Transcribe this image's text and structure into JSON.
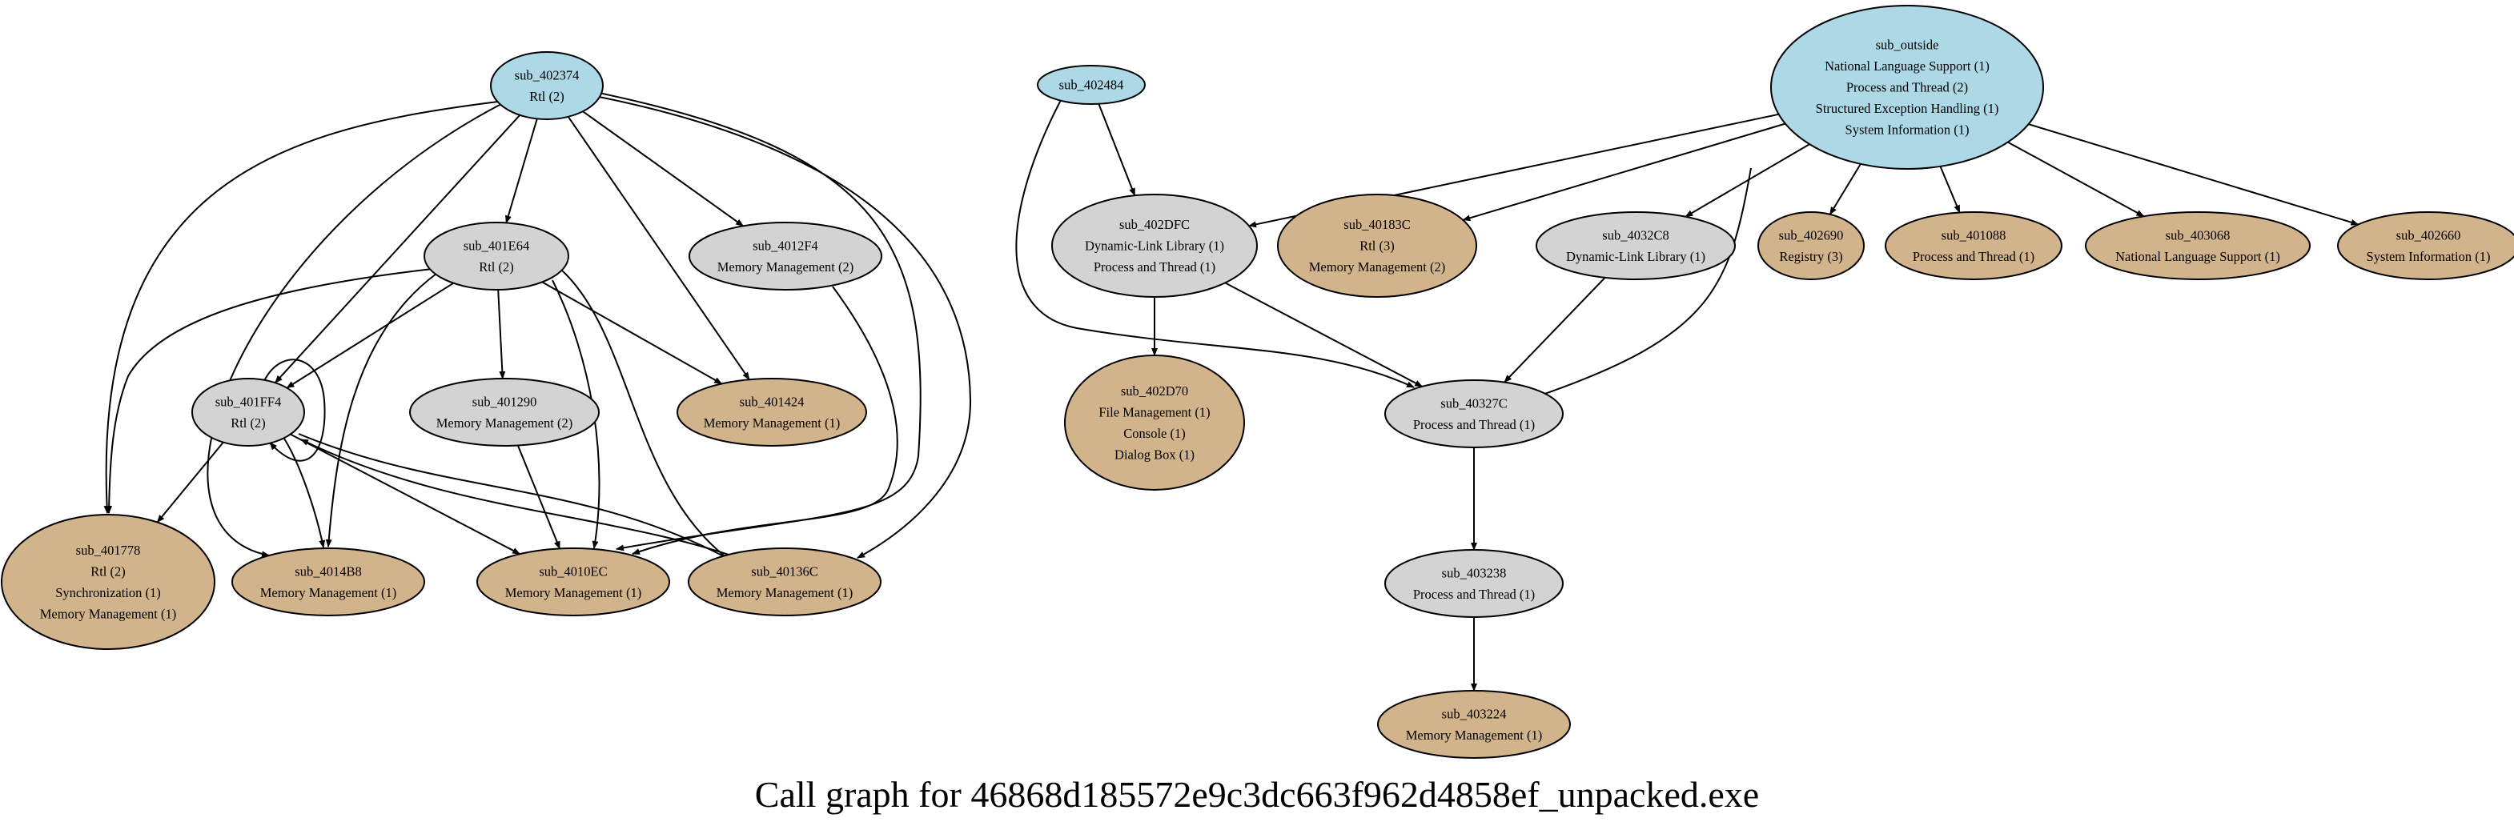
{
  "caption": "Call graph for 46868d185572e9c3dc663f962d4858ef_unpacked.exe",
  "colors": {
    "root": "#add8e6",
    "internal": "#d3d3d3",
    "leaf": "#d2b48c",
    "edge": "#000000"
  },
  "nodes": [
    {
      "id": "sub_402374",
      "kind": "root",
      "lines": [
        "sub_402374",
        "Rtl (2)"
      ]
    },
    {
      "id": "sub_402484",
      "kind": "root",
      "lines": [
        "sub_402484"
      ]
    },
    {
      "id": "sub_outside",
      "kind": "root",
      "lines": [
        "sub_outside",
        "National Language Support (1)",
        "Process and Thread (2)",
        "Structured Exception Handling (1)",
        "System Information (1)"
      ]
    },
    {
      "id": "sub_401E64",
      "kind": "internal",
      "lines": [
        "sub_401E64",
        "Rtl (2)"
      ]
    },
    {
      "id": "sub_4012F4",
      "kind": "internal",
      "lines": [
        "sub_4012F4",
        "Memory Management (2)"
      ]
    },
    {
      "id": "sub_401FF4",
      "kind": "internal",
      "lines": [
        "sub_401FF4",
        "Rtl (2)"
      ]
    },
    {
      "id": "sub_401290",
      "kind": "internal",
      "lines": [
        "sub_401290",
        "Memory Management (2)"
      ]
    },
    {
      "id": "sub_401424",
      "kind": "leaf",
      "lines": [
        "sub_401424",
        "Memory Management (1)"
      ]
    },
    {
      "id": "sub_401778",
      "kind": "leaf",
      "lines": [
        "sub_401778",
        "Rtl (2)",
        "Synchronization (1)",
        "Memory Management (1)"
      ]
    },
    {
      "id": "sub_4014B8",
      "kind": "leaf",
      "lines": [
        "sub_4014B8",
        "Memory Management (1)"
      ]
    },
    {
      "id": "sub_4010EC",
      "kind": "leaf",
      "lines": [
        "sub_4010EC",
        "Memory Management (1)"
      ]
    },
    {
      "id": "sub_40136C",
      "kind": "leaf",
      "lines": [
        "sub_40136C",
        "Memory Management (1)"
      ]
    },
    {
      "id": "sub_402DFC",
      "kind": "internal",
      "lines": [
        "sub_402DFC",
        "Dynamic-Link Library (1)",
        "Process and Thread (1)"
      ]
    },
    {
      "id": "sub_40183C",
      "kind": "leaf",
      "lines": [
        "sub_40183C",
        "Rtl (3)",
        "Memory Management (2)"
      ]
    },
    {
      "id": "sub_4032C8",
      "kind": "internal",
      "lines": [
        "sub_4032C8",
        "Dynamic-Link Library (1)"
      ]
    },
    {
      "id": "sub_402690",
      "kind": "leaf",
      "lines": [
        "sub_402690",
        "Registry (3)"
      ]
    },
    {
      "id": "sub_401088",
      "kind": "leaf",
      "lines": [
        "sub_401088",
        "Process and Thread (1)"
      ]
    },
    {
      "id": "sub_403068",
      "kind": "leaf",
      "lines": [
        "sub_403068",
        "National Language Support (1)"
      ]
    },
    {
      "id": "sub_402660",
      "kind": "leaf",
      "lines": [
        "sub_402660",
        "System Information (1)"
      ]
    },
    {
      "id": "sub_402D70",
      "kind": "leaf",
      "lines": [
        "sub_402D70",
        "File Management (1)",
        "Console (1)",
        "Dialog Box (1)"
      ]
    },
    {
      "id": "sub_40327C",
      "kind": "internal",
      "lines": [
        "sub_40327C",
        "Process and Thread (1)"
      ]
    },
    {
      "id": "sub_403238",
      "kind": "internal",
      "lines": [
        "sub_403238",
        "Process and Thread (1)"
      ]
    },
    {
      "id": "sub_403224",
      "kind": "leaf",
      "lines": [
        "sub_403224",
        "Memory Management (1)"
      ]
    }
  ],
  "edges": [
    {
      "from": "sub_402374",
      "to": "sub_401E64"
    },
    {
      "from": "sub_402374",
      "to": "sub_4012F4"
    },
    {
      "from": "sub_402374",
      "to": "sub_401424"
    },
    {
      "from": "sub_402374",
      "to": "sub_401FF4"
    },
    {
      "from": "sub_402374",
      "to": "sub_401778"
    },
    {
      "from": "sub_402374",
      "to": "sub_4014B8"
    },
    {
      "from": "sub_402374",
      "to": "sub_4010EC"
    },
    {
      "from": "sub_402374",
      "to": "sub_40136C"
    },
    {
      "from": "sub_401E64",
      "to": "sub_401FF4"
    },
    {
      "from": "sub_401E64",
      "to": "sub_401290"
    },
    {
      "from": "sub_401E64",
      "to": "sub_401424"
    },
    {
      "from": "sub_401E64",
      "to": "sub_401778"
    },
    {
      "from": "sub_401E64",
      "to": "sub_4014B8"
    },
    {
      "from": "sub_401E64",
      "to": "sub_4010EC"
    },
    {
      "from": "sub_401E64",
      "to": "sub_40136C"
    },
    {
      "from": "sub_4012F4",
      "to": "sub_4010EC"
    },
    {
      "from": "sub_401FF4",
      "to": "sub_401FF4"
    },
    {
      "from": "sub_401FF4",
      "to": "sub_401778"
    },
    {
      "from": "sub_401FF4",
      "to": "sub_4014B8"
    },
    {
      "from": "sub_401FF4",
      "to": "sub_4010EC"
    },
    {
      "from": "sub_401FF4",
      "to": "sub_40136C"
    },
    {
      "from": "sub_40136C",
      "to": "sub_401FF4"
    },
    {
      "from": "sub_401290",
      "to": "sub_4010EC"
    },
    {
      "from": "sub_402484",
      "to": "sub_402DFC"
    },
    {
      "from": "sub_402484",
      "to": "sub_40327C"
    },
    {
      "from": "sub_outside",
      "to": "sub_402DFC"
    },
    {
      "from": "sub_outside",
      "to": "sub_40183C"
    },
    {
      "from": "sub_outside",
      "to": "sub_4032C8"
    },
    {
      "from": "sub_outside",
      "to": "sub_402690"
    },
    {
      "from": "sub_outside",
      "to": "sub_401088"
    },
    {
      "from": "sub_outside",
      "to": "sub_403068"
    },
    {
      "from": "sub_outside",
      "to": "sub_402660"
    },
    {
      "from": "sub_outside",
      "to": "sub_40327C"
    },
    {
      "from": "sub_402DFC",
      "to": "sub_402D70"
    },
    {
      "from": "sub_402DFC",
      "to": "sub_40327C"
    },
    {
      "from": "sub_4032C8",
      "to": "sub_40327C"
    },
    {
      "from": "sub_40327C",
      "to": "sub_403238"
    },
    {
      "from": "sub_403238",
      "to": "sub_403224"
    }
  ]
}
